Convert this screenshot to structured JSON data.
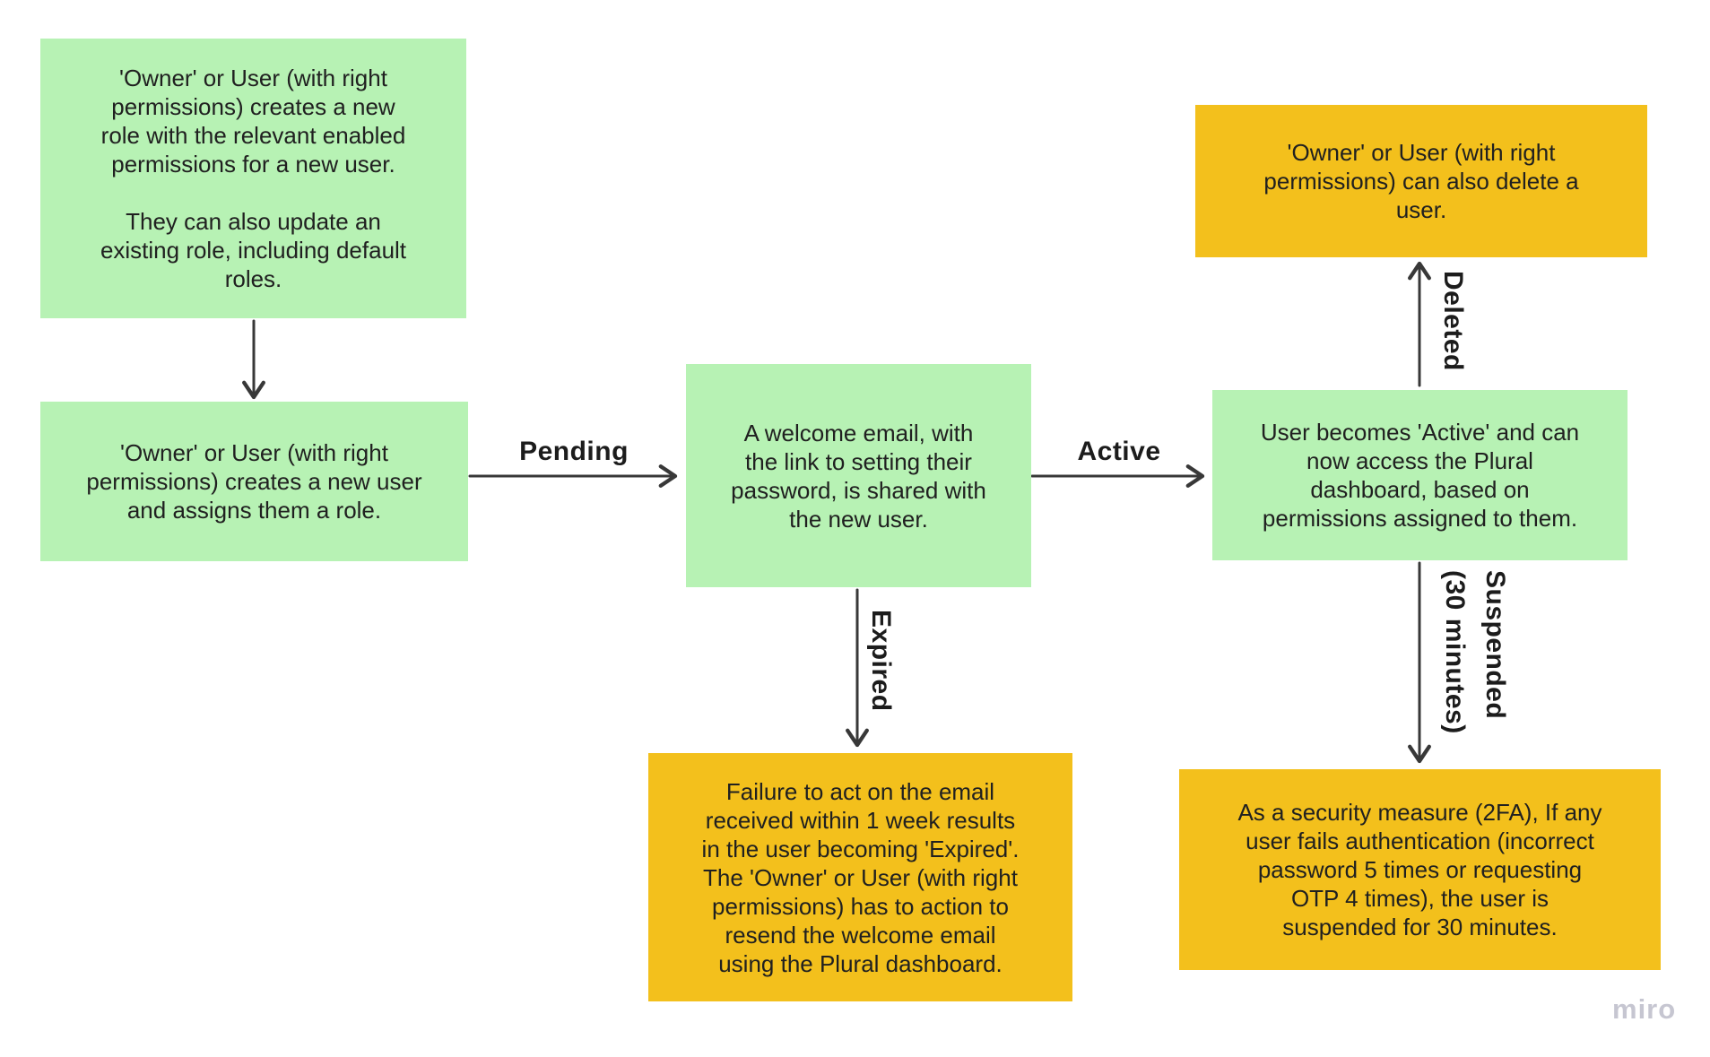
{
  "colors": {
    "green": "#b7f2b4",
    "amber": "#f3c01c",
    "text": "#202020",
    "arrow": "#383838",
    "watermark": "#c6c6d1"
  },
  "nodes": {
    "role_creation": {
      "text_1": "'Owner' or User (with right\npermissions) creates a new\nrole with the relevant enabled\npermissions for a new user.",
      "text_2": "They can also update an\nexisting role, including default\nroles."
    },
    "user_creation": {
      "text": "'Owner' or User (with right\npermissions) creates a new user\nand assigns them a role."
    },
    "welcome_email": {
      "text": "A welcome email, with\nthe link to setting their\npassword, is shared with\nthe new user."
    },
    "active_user": {
      "text": "User becomes 'Active' and can\nnow access the Plural\ndashboard, based on\npermissions assigned to them."
    },
    "delete_user": {
      "text": "'Owner' or User (with right\npermissions) can also delete a\nuser."
    },
    "expired_user": {
      "text": "Failure to act on the email\nreceived within 1 week results\nin the user becoming 'Expired'.\nThe 'Owner' or User (with right\npermissions) has to action to\nresend the welcome email\nusing the Plural dashboard."
    },
    "suspended_user": {
      "text": "As a security measure (2FA), If any\nuser fails authentication (incorrect\npassword 5 times or requesting\nOTP 4 times), the user is\nsuspended for 30 minutes."
    }
  },
  "edge_labels": {
    "pending": "Pending",
    "active": "Active",
    "expired": "Expired",
    "deleted": "Deleted",
    "suspended_line1": "Suspended",
    "suspended_line2": "(30 minutes)"
  },
  "watermark": "miro"
}
